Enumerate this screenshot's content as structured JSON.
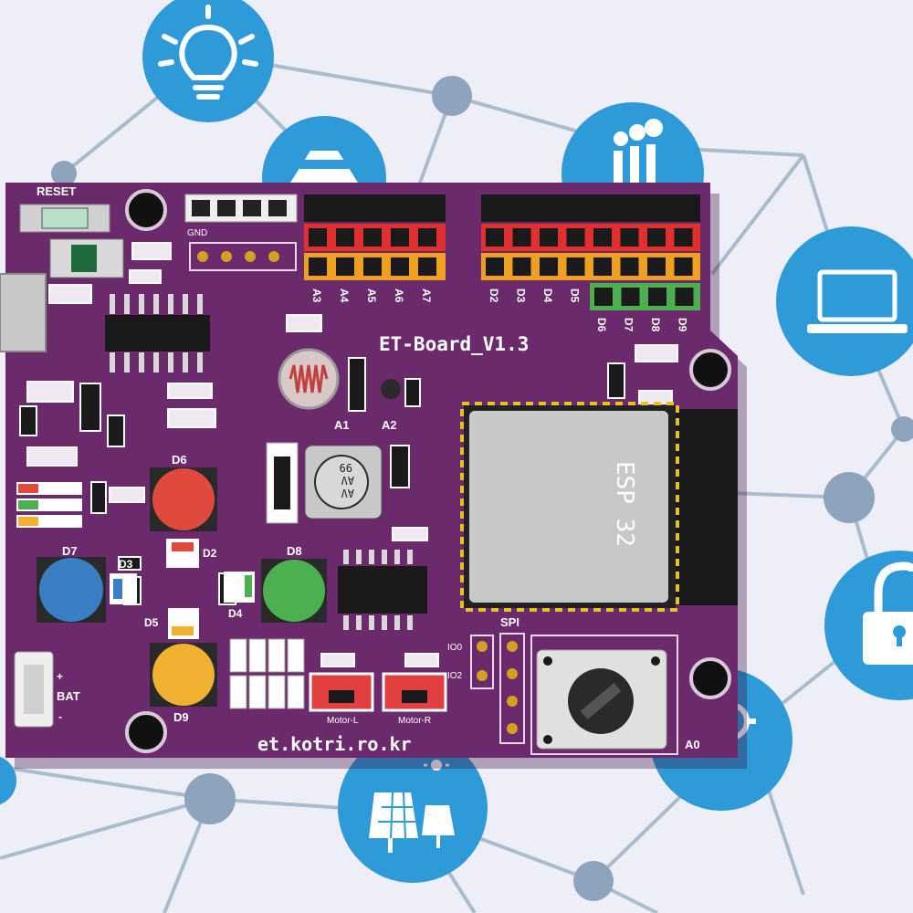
{
  "board": {
    "title": "ET-Board_V1.3",
    "url": "et.kotri.ro.kr",
    "reset_label": "RESET",
    "gnd_label": "GND",
    "bat_label": "BAT",
    "bat_plus": "+",
    "bat_minus": "-",
    "spi_label": "SPI",
    "module_label": "ESP 32",
    "cap_text_1": "AV",
    "cap_text_2": "AV",
    "cap_text_3": "99",
    "motor_l": "Motor-L",
    "motor_r": "Motor-R",
    "io0": "IO0",
    "io2": "IO2",
    "a0": "A0",
    "a1": "A1",
    "a2": "A2",
    "analog_pins": [
      "A3",
      "A4",
      "A5",
      "A6",
      "A7"
    ],
    "digital_pins": [
      "D2",
      "D3",
      "D4",
      "D5",
      "D6",
      "D7",
      "D8",
      "D9"
    ],
    "buttons": {
      "d6": "D6",
      "d7": "D7",
      "d8": "D8",
      "d9": "D9"
    },
    "leds": {
      "d2": "D2",
      "d3": "D3",
      "d4": "D4",
      "d5": "D5"
    }
  },
  "colors": {
    "board": "#6b2a6b",
    "bubble": "#2f9ad8",
    "node": "#8ea4bd",
    "button_d6": "#e04a3c",
    "button_d7": "#3a7fc4",
    "button_d8": "#4caf50",
    "button_d9": "#f0b030"
  },
  "icons": [
    "lightbulb-icon",
    "home-icon",
    "factory-icon",
    "laptop-icon",
    "lock-icon",
    "solar-panel-icon",
    "gear-icon"
  ]
}
